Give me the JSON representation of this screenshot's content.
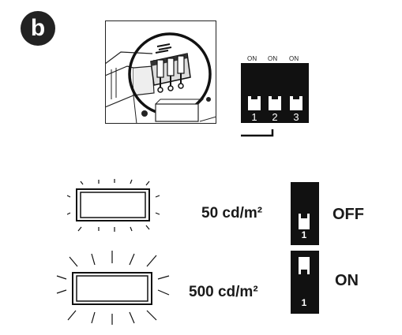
{
  "badge": {
    "letter": "b"
  },
  "dip_switch": {
    "on_labels": [
      "ON",
      "ON",
      "ON"
    ],
    "numbers": [
      "1",
      "2",
      "3"
    ]
  },
  "settings": [
    {
      "luminance": "50 cd/m²",
      "state": "OFF",
      "switch_number": "1"
    },
    {
      "luminance": "500 cd/m²",
      "state": "ON",
      "switch_number": "1"
    }
  ],
  "colors": {
    "ink": "#1a1a1a",
    "switch_body": "#111111",
    "paper": "#ffffff"
  }
}
